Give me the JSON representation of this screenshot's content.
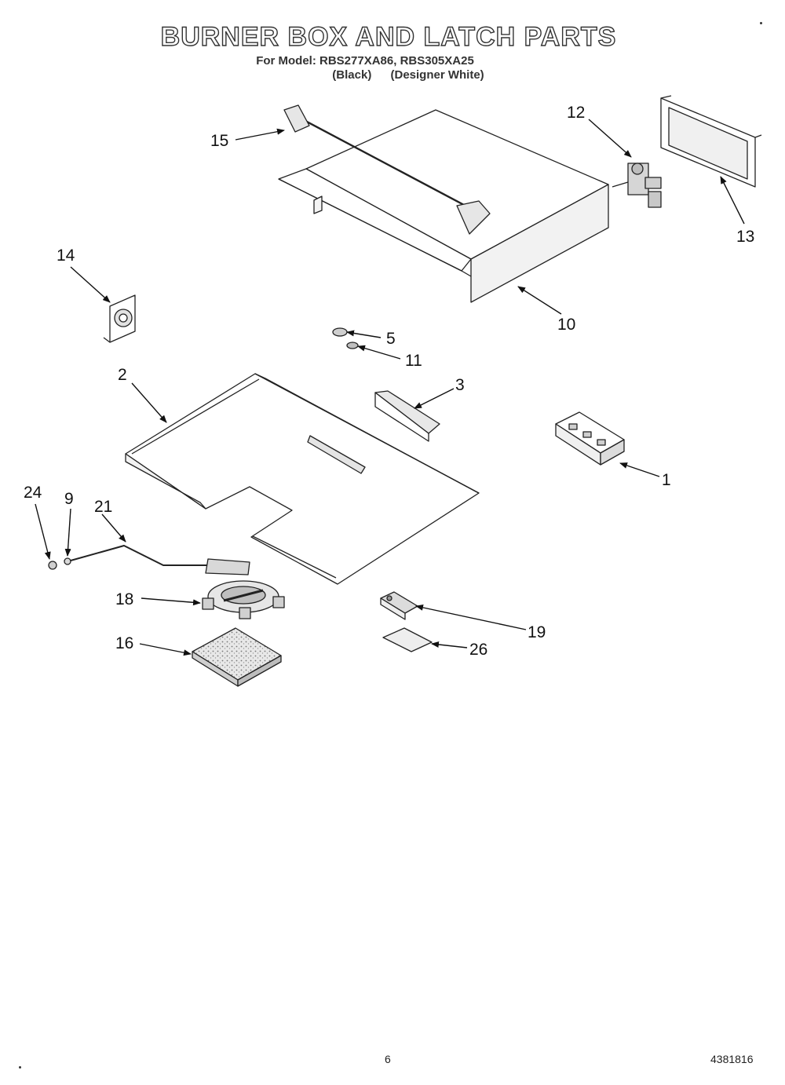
{
  "header": {
    "title": "BURNER BOX AND LATCH PARTS",
    "model_line": "For Model: RBS277XA86, RBS305XA25",
    "finish_1": "(Black)",
    "finish_2": "(Designer White)"
  },
  "callouts": [
    "15",
    "12",
    "13",
    "14",
    "10",
    "5",
    "11",
    "2",
    "3",
    "1",
    "24",
    "9",
    "21",
    "18",
    "19",
    "16",
    "26"
  ],
  "footer": {
    "page_number": "6",
    "part_number": "4381816"
  }
}
